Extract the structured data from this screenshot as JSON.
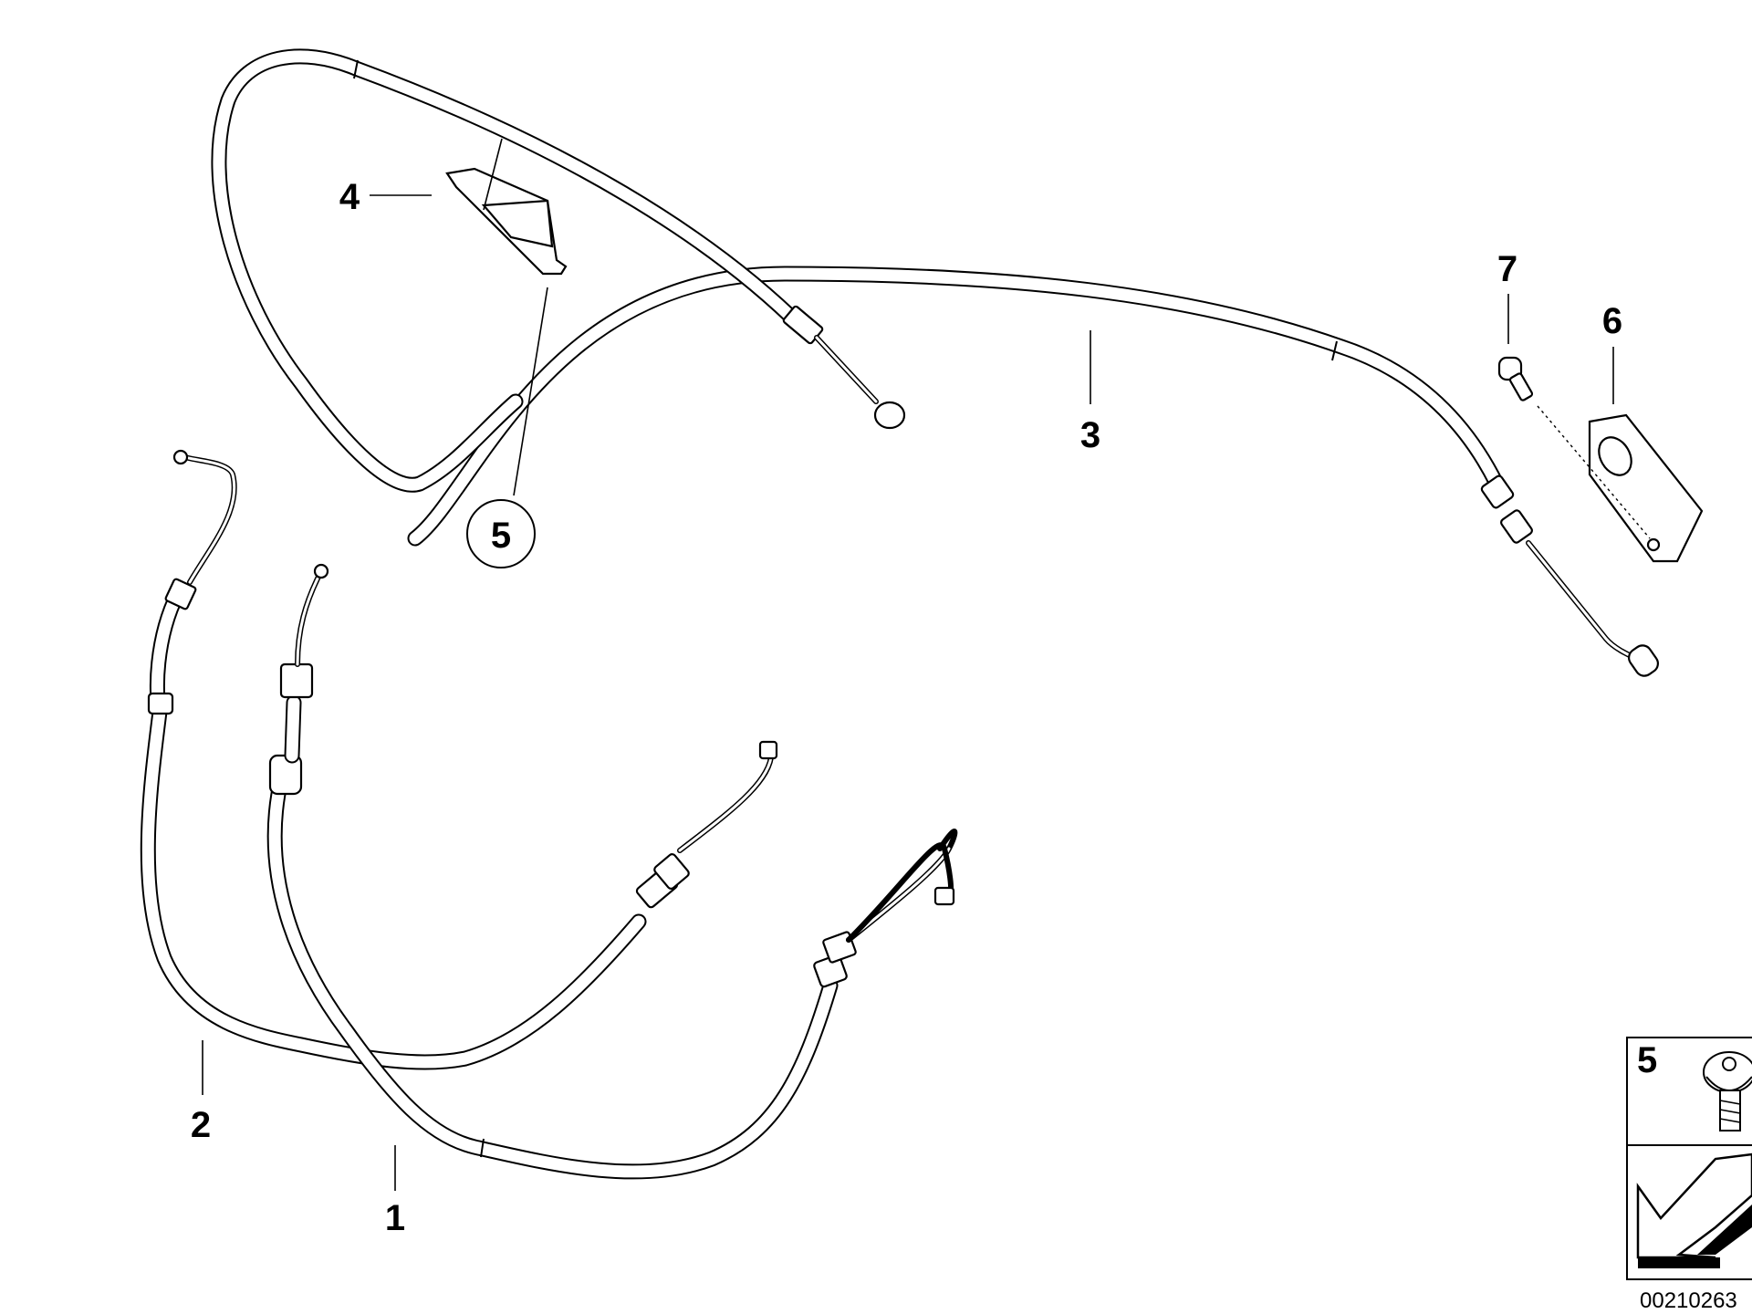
{
  "callouts": {
    "c1": "1",
    "c2": "2",
    "c3": "3",
    "c4": "4",
    "c5": "5",
    "c6": "6",
    "c7": "7"
  },
  "legend_box": {
    "label": "5",
    "icons": [
      "screw-icon",
      "arrow-icon"
    ]
  },
  "catalog_number": "00210263",
  "colors": {
    "line": "#000000",
    "background": "#ffffff"
  }
}
